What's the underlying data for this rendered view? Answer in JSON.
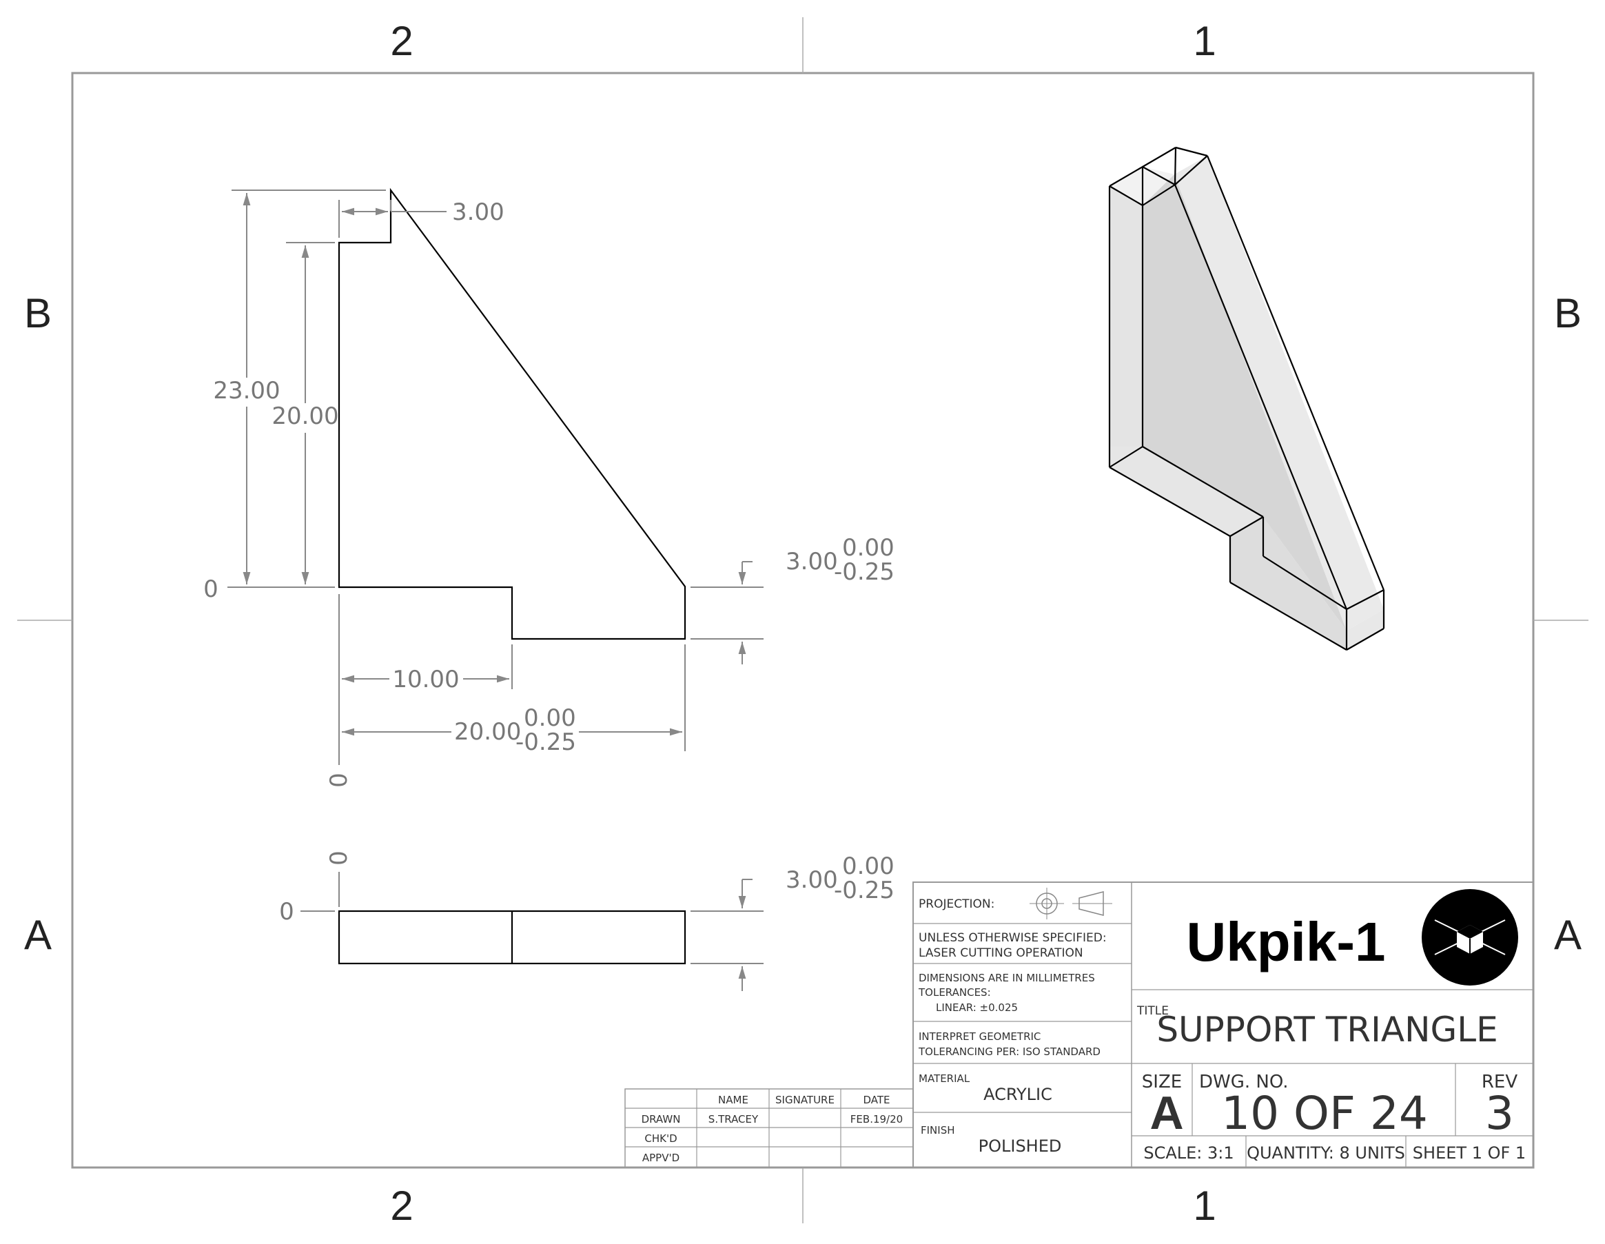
{
  "border": {
    "zones_top": [
      "2",
      "1"
    ],
    "zones_bottom": [
      "2",
      "1"
    ],
    "zones_left": [
      "B",
      "A"
    ],
    "zones_right": [
      "B",
      "A"
    ]
  },
  "front_view": {
    "dim_height_total": "23.00",
    "dim_height_inner": "20.00",
    "dim_top_step": "3.00",
    "dim_bottom_step_nominal": "3.00",
    "dim_bottom_step_upper": "0.00",
    "dim_bottom_step_lower": "-0.25",
    "dim_width_notch": "10.00",
    "dim_width_total_nominal": "20.00",
    "dim_width_total_upper": "0.00",
    "dim_width_total_lower": "-0.25",
    "ordinate_zero_y": "0",
    "ordinate_zero_x": "0"
  },
  "bottom_view": {
    "ordinate_zero_x": "0",
    "ordinate_zero_y": "0",
    "dim_thickness_nominal": "3.00",
    "dim_thickness_upper": "0.00",
    "dim_thickness_lower": "-0.25"
  },
  "revision_table": {
    "headers": [
      "NAME",
      "SIGNATURE",
      "DATE"
    ],
    "rows": [
      {
        "label": "DRAWN",
        "name": "S.TRACEY",
        "signature": "",
        "date": "FEB.19/20"
      },
      {
        "label": "CHK'D",
        "name": "",
        "signature": "",
        "date": ""
      },
      {
        "label": "APPV'D",
        "name": "",
        "signature": "",
        "date": ""
      }
    ]
  },
  "title_block": {
    "projection_label": "PROJECTION:",
    "unless_line1": "UNLESS OTHERWISE SPECIFIED:",
    "unless_line2": "LASER CUTTING OPERATION",
    "dims_line1": "DIMENSIONS ARE IN MILLIMETRES",
    "dims_line2": "TOLERANCES:",
    "dims_line3": "LINEAR: ±0.025",
    "geo_line1": "INTERPRET GEOMETRIC",
    "geo_line2": "TOLERANCING PER: ISO STANDARD",
    "material_label": "MATERIAL",
    "material_value": "ACRYLIC",
    "finish_label": "FINISH",
    "finish_value": "POLISHED",
    "logo_text": "Ukpik-1",
    "title_label": "TITLE",
    "title_value": "SUPPORT TRIANGLE",
    "size_label": "SIZE",
    "size_value": "A",
    "dwg_label": "DWG.  NO.",
    "dwg_value": "10 OF 24",
    "rev_label": "REV",
    "rev_value": "3",
    "scale": "SCALE: 3:1",
    "quantity": "QUANTITY: 8 UNITS",
    "sheet": "SHEET 1 OF 1"
  }
}
